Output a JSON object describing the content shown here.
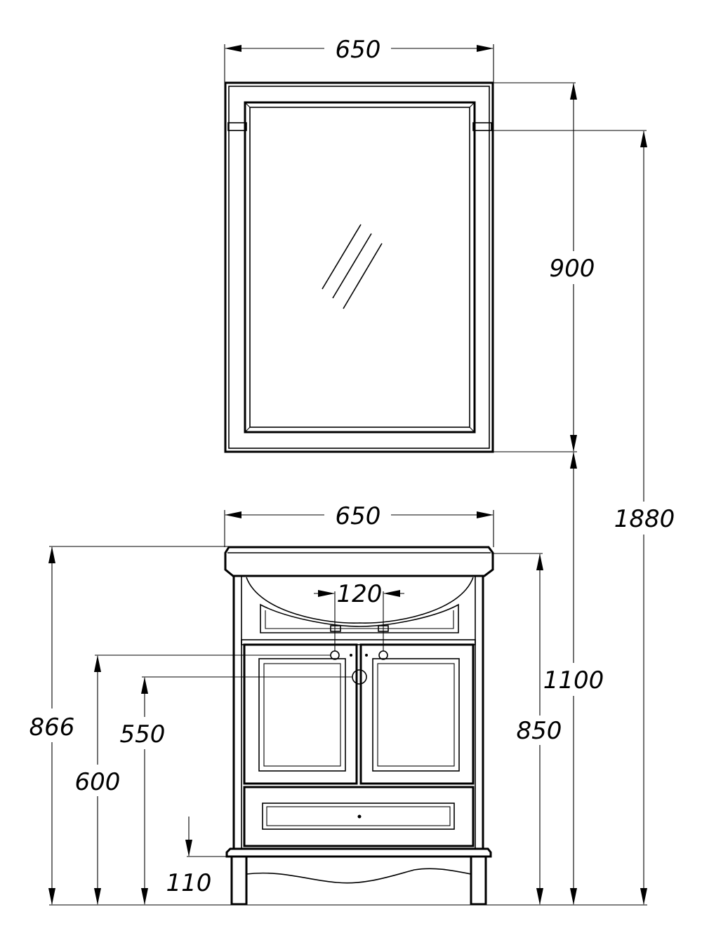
{
  "dimensions": {
    "mirror_width": "650",
    "mirror_height": "900",
    "total_height": "1880",
    "vanity_width": "650",
    "tap_spacing": "120",
    "mirror_mount_height": "1100",
    "vanity_height": "866",
    "basin_height": "850",
    "tap_outlet_height": "600",
    "drain_height": "550",
    "leg_height": "110"
  },
  "colors": {
    "line": "#000000",
    "background": "#ffffff"
  }
}
